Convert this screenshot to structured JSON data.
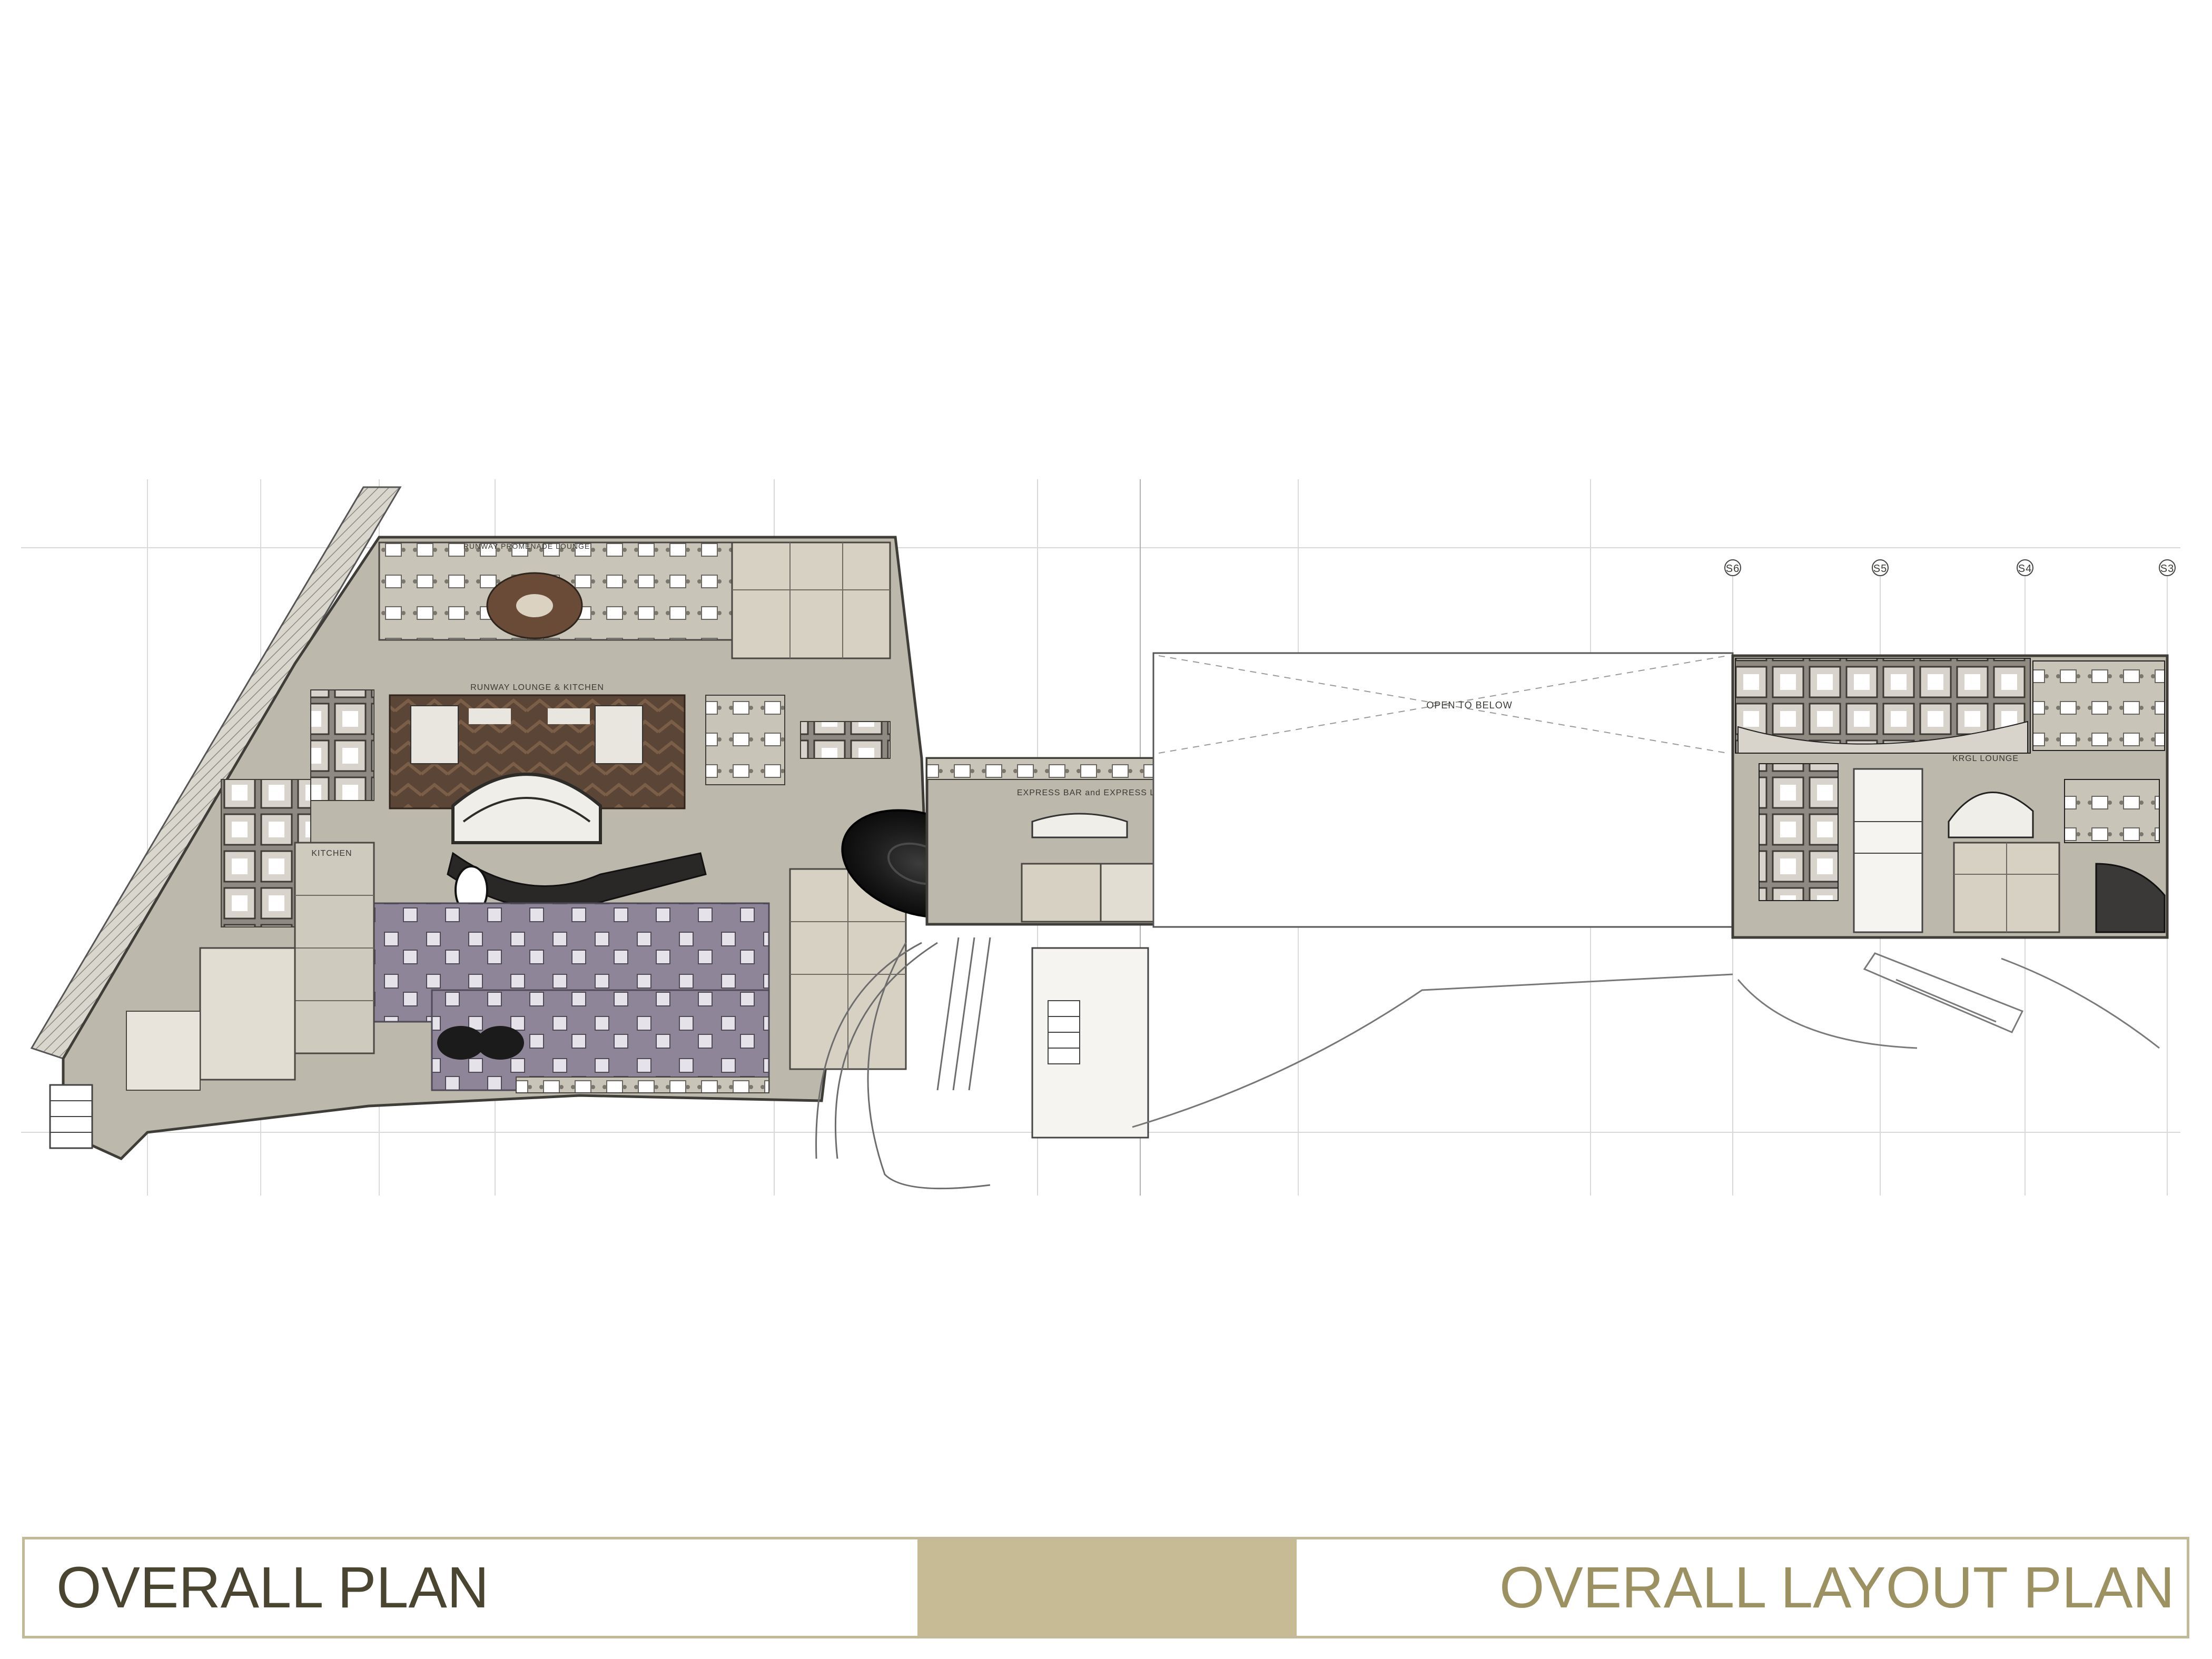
{
  "labels": {
    "runway_promenade": "RUNWAY PROMENADE LOUNGE",
    "runway_kitchen": "RUNWAY LOUNGE & KITCHEN",
    "kitchen": "KITCHEN",
    "express_bar": "EXPRESS BAR and EXPRESS LOUNGE AREA",
    "krgl_lounge": "KRGL LOUNGE",
    "open_to_below": "OPEN TO BELOW"
  },
  "grid_markers": [
    "S6",
    "S5",
    "S4",
    "S3"
  ],
  "footer": {
    "left_title": "OVERALL PLAN",
    "right_title": "OVERALL LAYOUT PLAN (N"
  },
  "colors": {
    "floor": "#bdb8ac",
    "dark_wood": "#5a4536",
    "lilac": "#8e8599",
    "accent": "#c6bb94",
    "footer_left_text": "#4a4530",
    "footer_right_text": "#9c9160"
  }
}
